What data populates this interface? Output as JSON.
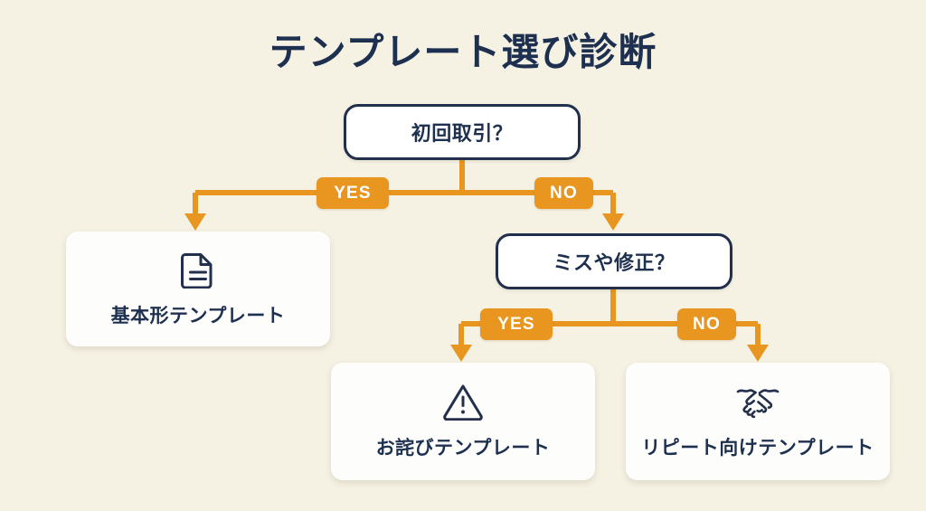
{
  "page": {
    "title": "テンプレート選び診断",
    "background_color": "#f5f1e3",
    "accent_color": "#e8961f",
    "ink_color": "#1e3050"
  },
  "flowchart": {
    "type": "decision-tree",
    "decisions": [
      {
        "id": "first-deal",
        "label": "初回取引？"
      },
      {
        "id": "mistake-fix",
        "label": "ミスや修正？"
      }
    ],
    "branch_labels": [
      {
        "id": "yes-1",
        "label": "YES"
      },
      {
        "id": "no-1",
        "label": "NO"
      },
      {
        "id": "yes-2",
        "label": "YES"
      },
      {
        "id": "no-2",
        "label": "NO"
      }
    ],
    "results": [
      {
        "id": "basic",
        "label": "基本形テンプレート",
        "icon": "document-icon"
      },
      {
        "id": "apology",
        "label": "お詫びテンプレート",
        "icon": "warning-triangle-icon"
      },
      {
        "id": "repeat",
        "label": "リピート向けテンプレート",
        "icon": "handshake-icon"
      }
    ]
  }
}
